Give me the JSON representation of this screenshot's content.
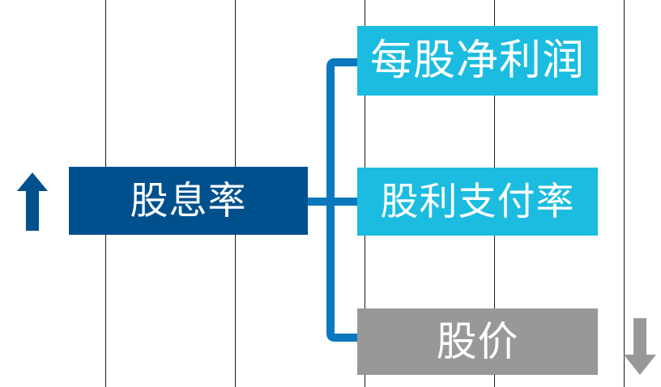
{
  "diagram": {
    "type": "relationship-decomposition",
    "title_node": {
      "id": "dividend-yield",
      "label": "股息率",
      "color": "#01508E",
      "text_color": "#FFFFFF"
    },
    "children": [
      {
        "id": "eps",
        "label": "每股净利润",
        "color": "#1CBCE0",
        "text_color": "#FFFFFF"
      },
      {
        "id": "payout-ratio",
        "label": "股利支付率",
        "color": "#1CBCE0",
        "text_color": "#FFFFFF"
      },
      {
        "id": "stock-price",
        "label": "股价",
        "color": "#989898",
        "text_color": "#FFFFFF"
      }
    ],
    "connector": {
      "name": "bracket-connector",
      "color": "#0B78BD"
    },
    "indicators": [
      {
        "id": "arrow-up",
        "icon": "arrow-up-icon",
        "direction": "up",
        "color": "#01508E"
      },
      {
        "id": "arrow-down",
        "icon": "arrow-down-icon",
        "direction": "down",
        "color": "#989898"
      }
    ],
    "grid": {
      "name": "dotted-guide-grid",
      "dot_color": "#1A1A1A",
      "dot_spacing": 16,
      "vertical_lines_x": [
        130,
        290,
        450,
        610,
        770
      ],
      "horizontal_lines_y": [
        77,
        249,
        422
      ]
    }
  }
}
